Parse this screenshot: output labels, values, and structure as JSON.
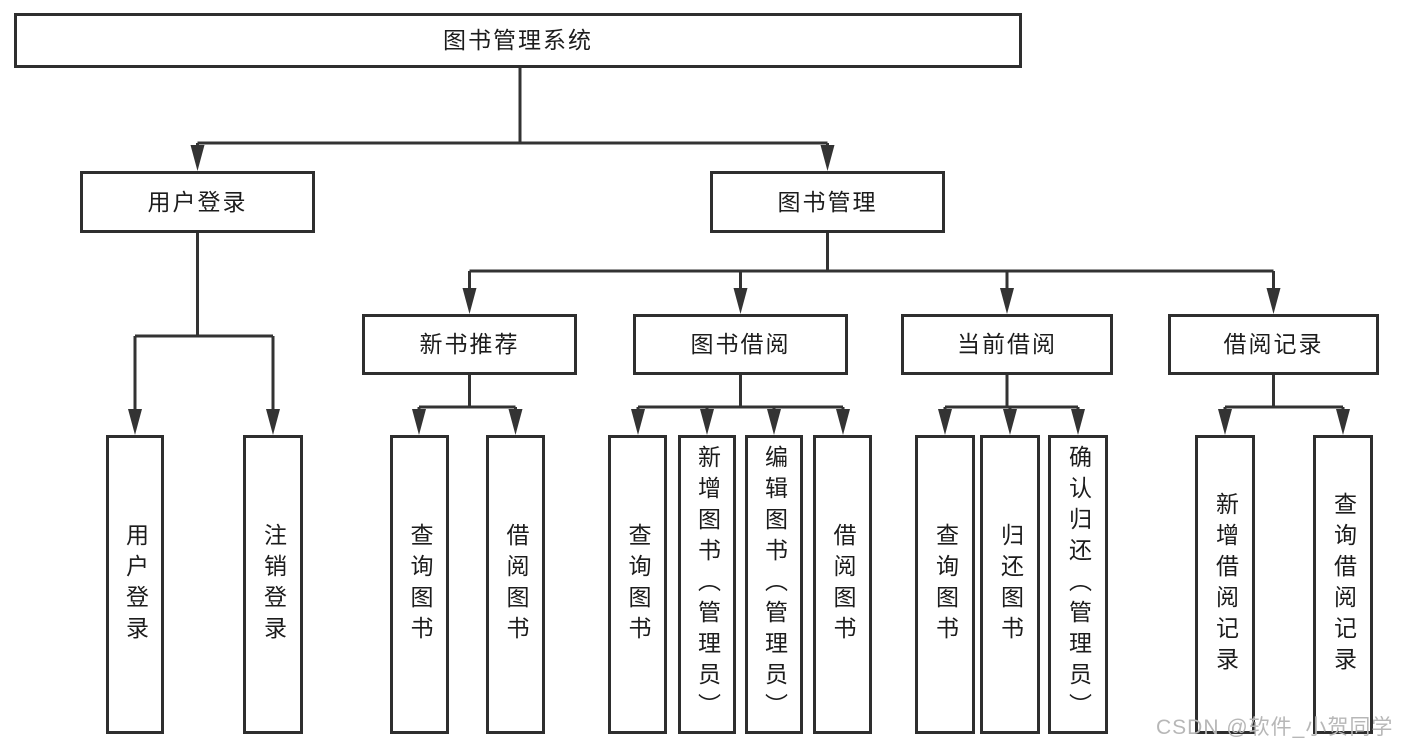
{
  "diagram": {
    "title": "图书管理系统",
    "type": "hierarchy-tree",
    "watermark": "CSDN @软件_小贺同学",
    "colors": {
      "line": "#333333",
      "border": "#2e2e2e",
      "text": "#1c1c1c",
      "background": "#ffffff",
      "watermark": "#b7b7b7"
    },
    "nodes": {
      "root": "图书管理系统",
      "user_login": "用户登录",
      "book_mgmt": "图书管理",
      "new_book_rec": "新书推荐",
      "book_borrow": "图书借阅",
      "current_borrow": "当前借阅",
      "borrow_records": "借阅记录",
      "login": "用户登录",
      "logout": "注销登录",
      "rec_query_book": "查询图书",
      "rec_borrow_book": "借阅图书",
      "bb_query_book": "查询图书",
      "bb_add_book": "新增图书（管理员）",
      "bb_edit_book": "编辑图书（管理员）",
      "bb_borrow_book": "借阅图书",
      "cb_query_book": "查询图书",
      "cb_return_book": "归还图书",
      "cb_confirm_return": "确认归还（管理员）",
      "br_add_record": "新增借阅记录",
      "br_query_record": "查询借阅记录"
    },
    "edges": [
      [
        "root",
        "user_login"
      ],
      [
        "root",
        "book_mgmt"
      ],
      [
        "user_login",
        "login"
      ],
      [
        "user_login",
        "logout"
      ],
      [
        "book_mgmt",
        "new_book_rec"
      ],
      [
        "book_mgmt",
        "book_borrow"
      ],
      [
        "book_mgmt",
        "current_borrow"
      ],
      [
        "book_mgmt",
        "borrow_records"
      ],
      [
        "new_book_rec",
        "rec_query_book"
      ],
      [
        "new_book_rec",
        "rec_borrow_book"
      ],
      [
        "book_borrow",
        "bb_query_book"
      ],
      [
        "book_borrow",
        "bb_add_book"
      ],
      [
        "book_borrow",
        "bb_edit_book"
      ],
      [
        "book_borrow",
        "bb_borrow_book"
      ],
      [
        "current_borrow",
        "cb_query_book"
      ],
      [
        "current_borrow",
        "cb_return_book"
      ],
      [
        "current_borrow",
        "cb_confirm_return"
      ],
      [
        "borrow_records",
        "br_add_record"
      ],
      [
        "borrow_records",
        "br_query_record"
      ]
    ]
  }
}
